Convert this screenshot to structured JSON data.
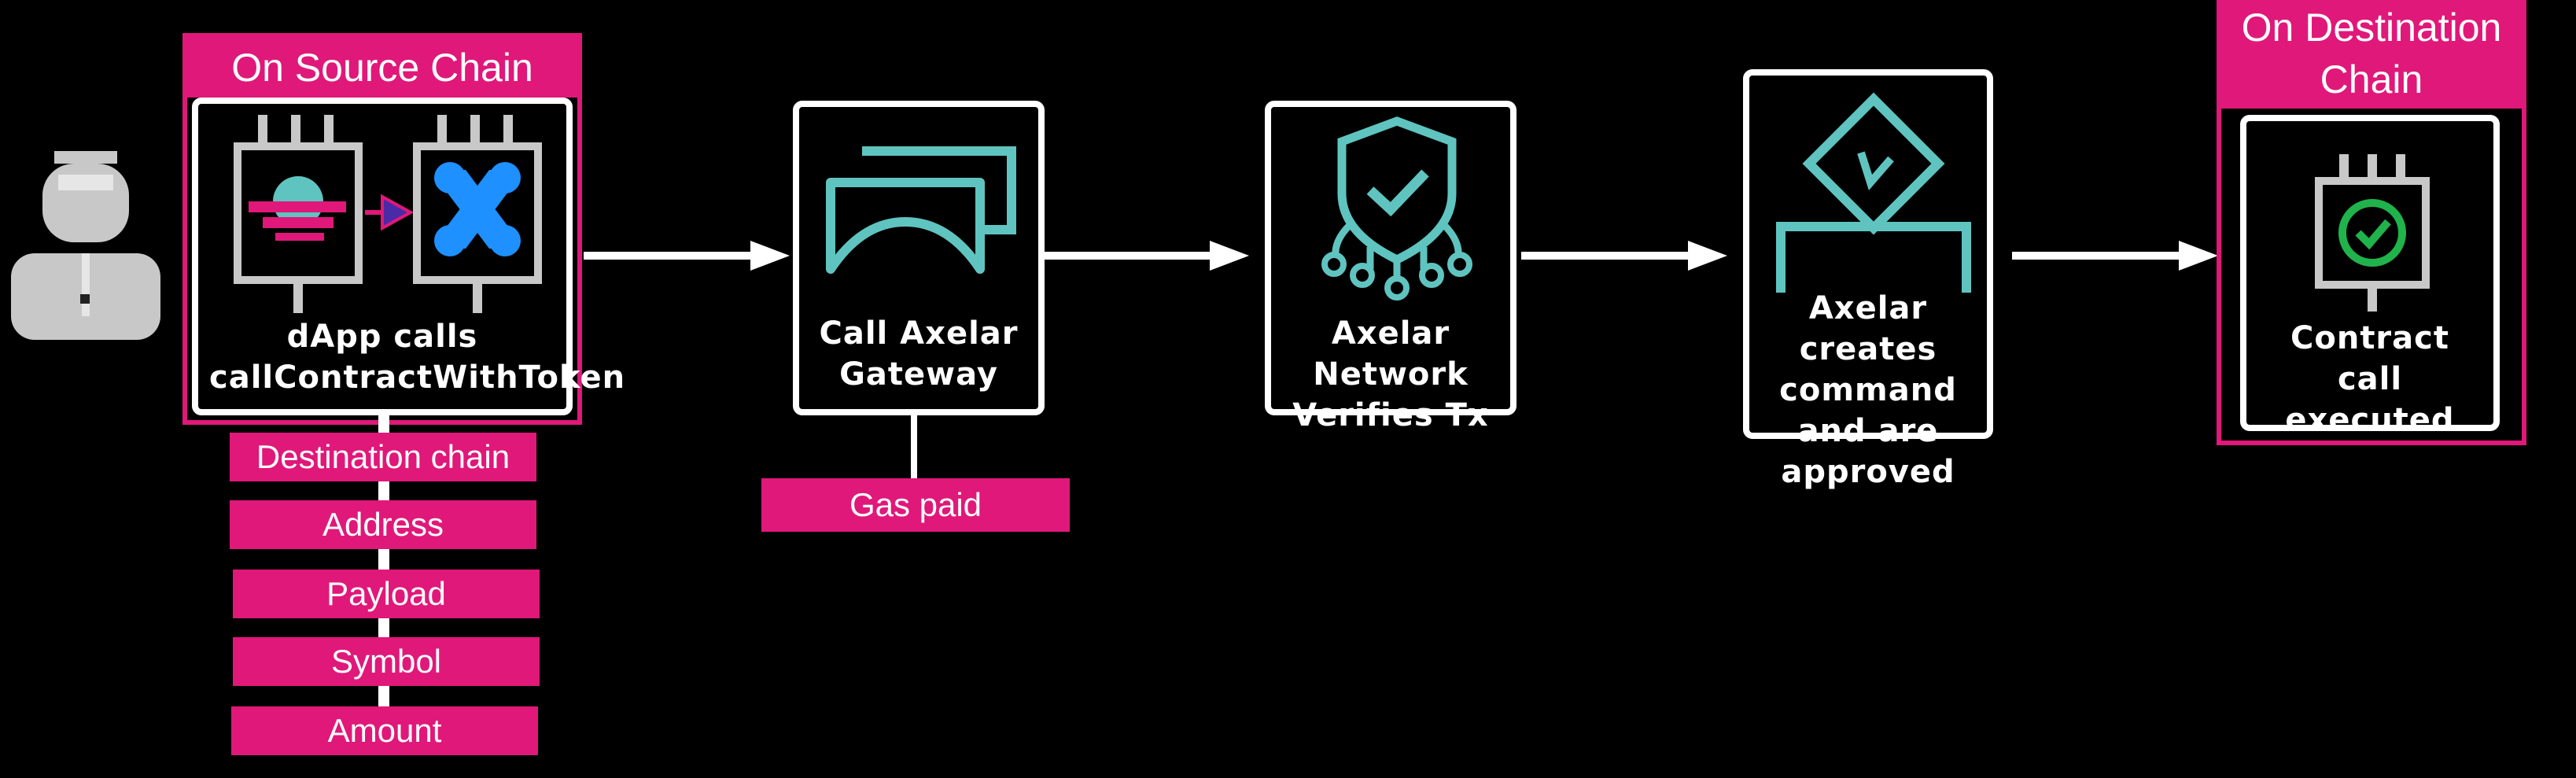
{
  "colors": {
    "accent": "#e0187a",
    "teal": "#5fc4c0",
    "gray": "#c8c8c8",
    "white": "#ffffff",
    "green": "#21b34b",
    "blue": "#2196f3"
  },
  "source_chain": {
    "title": "On Source Chain",
    "step_label": "dApp calls callContractWithToken"
  },
  "gateway": {
    "step_label": "Call Axelar Gateway",
    "gas_tag": "Gas paid"
  },
  "network": {
    "step_label": "Axelar Network Verifies Tx"
  },
  "approval": {
    "step_label": "Axelar creates command and are approved"
  },
  "destination_chain": {
    "title_line1": "On Destination",
    "title_line2": "Chain",
    "step_label": "Contract call executed"
  },
  "params": [
    "Destination chain",
    "Address",
    "Payload",
    "Symbol",
    "Amount"
  ],
  "icons": [
    "user-icon",
    "chip-icon",
    "arrow-icon",
    "gateway-icon",
    "shield-network-icon",
    "vote-box-icon",
    "chip-check-icon"
  ]
}
